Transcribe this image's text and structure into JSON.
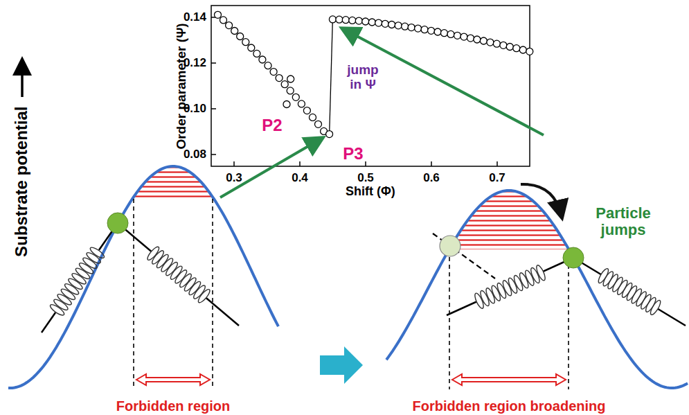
{
  "diagram": {
    "labels": [
      "Order parameter (Ψ)",
      "0.14",
      "0.12",
      "0.10",
      "0.08",
      "0.3",
      "0.4",
      "0.5",
      "0.6",
      "0.7",
      "Shift (Φ)",
      "P2",
      "P3",
      "jump in Ψ",
      "Substrate potential",
      "Forbidden region",
      "Forbidden region broadening",
      "Particle jumps"
    ]
  }
}
